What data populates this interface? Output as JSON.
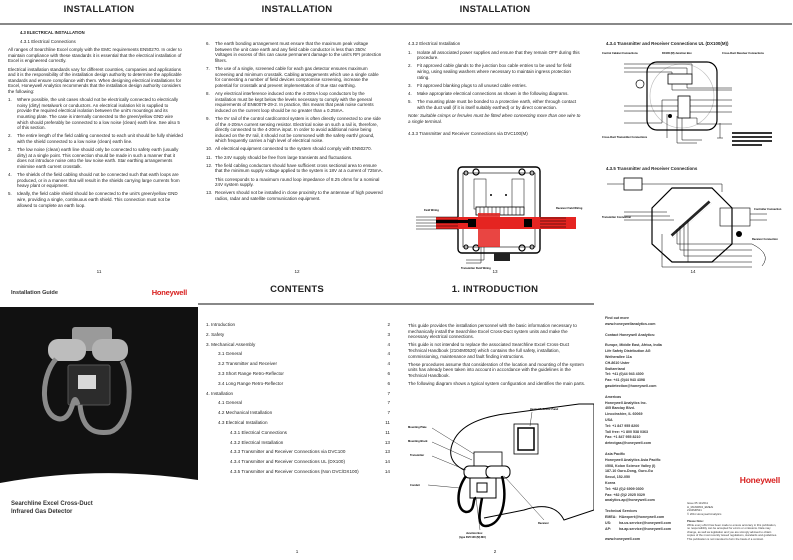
{
  "pages": {
    "p11": {
      "header": "INSTALLATION",
      "section": "4.3     ELECTRICAL INSTALLATION",
      "subsection": "4.3.1 Electrical Connections",
      "paras": [
        "All ranges of Searchline Excel comply with the EMC requirements EN50270. In order to maintain compliance with these standards it is essential that the electrical installation of Excel is engineered correctly.",
        "Electrical installation standards vary for different countries, companies and applications and it is the responsibility of the installation design authority to determine the applicable standards and ensure compliance with them. When designing electrical installations for Excel, Honeywell Analytics recommends that the installation design authority considers the following:"
      ],
      "items": [
        {
          "n": "1.",
          "t": "Where possible, the unit cases should not be electrically connected to electrically noisy (dirty) metalwork or conductors. An electrical isolation kit is supplied to provide the required electrical isolation between the unit's mountings and its mounting plate. The case is internally connected to the green/yellow GND wire which should preferably be connected to a low noise (clean) earth line. See also 5 of this section."
        },
        {
          "n": "2.",
          "t": "The entire length of the field cabling connected to each unit should be fully shielded with the shield connected to a low noise (clean) earth line."
        },
        {
          "n": "3.",
          "t": "The low noise (clean) earth line should only be connected to safety earth (usually dirty) at a single point. This connection should be made in such a manner that it does not introduce noise onto the low noise earth. Star earthing arrangements minimise earth current crosstalk."
        },
        {
          "n": "4.",
          "t": "The shields of the field cabling should not be connected such that earth loops are produced, or in a manner that will result in the shields carrying large currents from heavy plant or equipment."
        },
        {
          "n": "5.",
          "t": "Ideally, the field cable shield should be connected to the unit's green/yellow GND wire, providing a single, continuous earth shield. This connection must not be allowed to complete an earth loop."
        }
      ],
      "page_number": "11"
    },
    "p12": {
      "header": "INSTALLATION",
      "items": [
        {
          "n": "6.",
          "t": "The earth bonding arrangement must ensure that the maximum peak voltage between the unit case earth and any field cable conductor is less than 350V. Voltages in excess of this can cause permanent damage to the unit's RFI protection filters."
        },
        {
          "n": "7.",
          "t": "The use of a single, screened cable for each gas detector ensures maximum screening and minimum crosstalk. Cabling arrangements which use a single cable for connecting a number of field devices compromise screening, increase the potential for crosstalk and prevent implementation of true star earthing."
        },
        {
          "n": "8.",
          "t": "Any electrical interference induced onto the 4-20mA loop conductors by the installation must be kept below the levels necessary to comply with the general requirements of EN60079-29-2. In practice, this means that peak noise currents induced on the current loop should be no greater than ± 0.25mA."
        },
        {
          "n": "9.",
          "t": "The 0V rail of the control card/control system is often directly connected to one side of the 4-20mA current sensing resistor. Electrical noise on such a rail is, therefore, directly connected to the 4-20mA input. In order to avoid additional noise being induced on the 0V rail, it should not be commoned with the safety earth/ ground, which frequently carries a high level of electrical noise."
        },
        {
          "n": "10.",
          "t": "All electrical equipment connected to the system should comply with EN50270."
        },
        {
          "n": "11.",
          "t": "The 24V supply should be free from large transients and fluctuations."
        },
        {
          "n": "12.",
          "t": "The field cabling conductors should have sufficient cross sectional area to ensure that the minimum supply voltage applied to the system is 18V at a current of 725mA."
        },
        {
          "n": "",
          "t": "This corresponds to a maximum round loop impedance of 8.25 ohms for a nominal 24V system supply."
        },
        {
          "n": "13.",
          "t": "Receivers should not be installed in close proximity to the antennae of high powered radios, radar and satellite communication equipment."
        }
      ],
      "page_number": "12"
    },
    "p13": {
      "header": "INSTALLATION",
      "subsection": "4.3.2        Electrical Installation",
      "items": [
        {
          "n": "1.",
          "t": "Isolate all associated power supplies and ensure that they remain OFF during this procedure."
        },
        {
          "n": "2.",
          "t": "Fit approved cable glands to the junction box cable entries to be used for field wiring, using sealing washers where necessary to maintain ingress protection rating."
        },
        {
          "n": "3.",
          "t": "Fit approved blanking plugs to all unused cable entries."
        },
        {
          "n": "4.",
          "t": "Make appropriate electrical connections as shown in the following diagrams."
        },
        {
          "n": "5.",
          "t": "The mounting plate must be bonded to a protective earth, either through contact with the duct wall (if it is itself suitably earthed) or by direct connection."
        }
      ],
      "note": "Note: Suitable crimps or ferrules must be fitted when connecting more than one wire to a single terminal.",
      "diagram_title": "4.3.3        Transmitter and Receiver Connections via DVC100(M)",
      "diagram_labels": {
        "left": "Field Wiring",
        "right": "Receiver Field Wiring",
        "bottom": "Transmitter Field Wiring"
      },
      "page_number": "13"
    },
    "p14": {
      "diagram1_title": "4.3.4        Transmitter and Receiver Connections UL (DX100(M))",
      "diagram1_labels": {
        "control": "Control Cabinet Connections",
        "jbox": "DX100 (M) Junction Box",
        "receiver": "Cross-Duct Receiver Connections",
        "transmitter": "Cross-Duct Transmitter Connections"
      },
      "diagram2_title": "4.3.5        Transmitter and Receiver Connections",
      "diagram2_labels": {
        "transmitter": "Transmitter Connection",
        "controller": "Controller Connection",
        "receiver": "Receiver Connection"
      },
      "page_number": "14"
    },
    "p_cover": {
      "label": "Installation Guide",
      "brand": "Honeywell",
      "title_line1": "Searchline Excel Cross-Duct",
      "title_line2": "Infrared Gas Detector"
    },
    "p1": {
      "header": "CONTENTS",
      "toc": [
        {
          "indent": 0,
          "label": "1.   Introduction",
          "page": "2"
        },
        {
          "indent": 0,
          "label": "2.   Safety",
          "page": "3"
        },
        {
          "indent": 0,
          "label": "3.   Mechanical Assembly",
          "page": "4"
        },
        {
          "indent": 1,
          "label": "3.1  General",
          "page": "4"
        },
        {
          "indent": 1,
          "label": "3.2  Transmitter and Receiver",
          "page": "4"
        },
        {
          "indent": 1,
          "label": "3.3  Short Range Retro-Reflector",
          "page": "6"
        },
        {
          "indent": 1,
          "label": "3.4  Long Range Retro-Reflector",
          "page": "6"
        },
        {
          "indent": 0,
          "label": "4.   Installation",
          "page": "7"
        },
        {
          "indent": 1,
          "label": "4.1  General",
          "page": "7"
        },
        {
          "indent": 1,
          "label": "4.2  Mechanical Installation",
          "page": "7"
        },
        {
          "indent": 1,
          "label": "4.3  Electrical Installation",
          "page": "11"
        },
        {
          "indent": 2,
          "label": "4.3.1  Electrical Connections",
          "page": "11"
        },
        {
          "indent": 2,
          "label": "4.3.2  Electrical Installation",
          "page": "13"
        },
        {
          "indent": 2,
          "label": "4.3.3  Transmitter and Receiver Connections via DVC100",
          "page": "13"
        },
        {
          "indent": 2,
          "label": "4.3.4  Transmitter and Receiver Connections UL (DX100)",
          "page": "14"
        },
        {
          "indent": 2,
          "label": "4.3.5  Transmitter and Receiver Connections (Non DVC/DX100)",
          "page": "14"
        }
      ],
      "page_number": "1"
    },
    "p2": {
      "header": "1. INTRODUCTION",
      "paras": [
        "This guide provides the installation personnel with the basic information necessary to mechanically install the Searchline Excel Cross-Duct system units and make the necessary electrical connections.",
        "This guide is not intended to replace the associated Searchline Excel Cross-Duct Technical Handbook (2104M0520) which contains the full safety, installation, commissioning, maintenance and fault finding instructions.",
        "These procedures assume that consideration of the location and mounting of the system units has already been taken into account in accordance with the guidelines in the Technical Handbook.",
        "The following diagram shows a typical system configuration and identifies the main parts."
      ],
      "diagram_labels": {
        "panel": "Heated Reflector Panel",
        "plate": "Mounting Plate",
        "block": "Mounting Block",
        "tx": "Transmitter",
        "conduit": "Conduit",
        "jbox": "Junction Box",
        "jbox_type": "(type DVC100 (M) MC)",
        "rx": "Receiver"
      },
      "page_number": "2"
    },
    "p_back": {
      "find_out_more": "Find out more",
      "website": "www.honeywellanalytics.com",
      "contact_heading": "Contact Honeywell Analytics:",
      "regions": [
        {
          "lines": [
            "Europe, Middle East, Africa, India",
            "Life Safety Distribution AG",
            "Weiherallee 11a",
            "CH-8610 Uster",
            "Switzerland",
            "Tel: +41 (0)44 943 4300",
            "Fax: +41 (0)44 943 4398",
            "gasdetection@honeywell.com"
          ]
        },
        {
          "lines": [
            "Americas",
            "Honeywell Analytics Inc.",
            "405 Barclay Blvd.",
            "Lincolnshire, IL 60069",
            "USA",
            "Tel: +1 847 955 8200",
            "Toll free: +1 800 538 0363",
            "Fax: +1 847 955 8210",
            "detectgas@honeywell.com"
          ]
        },
        {
          "lines": [
            "Asia Pacific",
            "Honeywell Analytics Asia Pacific",
            "#508, Kolon Science Valley (I)",
            "187-10 Guro-Dong, Guro-Gu",
            "Seoul, 152-050",
            "Korea",
            "Tel: +82 (0)2 6909 0300",
            "Fax: +82 (0)2 2025 0329",
            "analytics.ap@honeywell.com"
          ]
        }
      ],
      "tech_heading": "Technical Services",
      "tech": [
        {
          "k": "EMEA:",
          "v": "HAexpert@honeywell.com"
        },
        {
          "k": "US:",
          "v": "ha.us.service@honeywell.com"
        },
        {
          "k": "AP:",
          "v": "ha.ap.service@honeywell.com"
        }
      ],
      "website2": "www.honeywell.com",
      "issue_lines": [
        "Issue 05 11/2011",
        "H_MAN0834_EMEAI",
        "2104M0521",
        "© 2011 Honeywell Analytics"
      ],
      "note_heading": "Please Note:",
      "note_text": "While every effort has been made to ensure accuracy in this publication, no responsibility can be accepted for errors or omissions. Data may change, as well as legislation and you are strongly advised to obtain copies of the most recently issued regulations, standards and guidelines. This publication is not intended to form the basis of a contract.",
      "brand": "Honeywell"
    }
  },
  "colors": {
    "brand_red": "#d8201f",
    "diagram_red": "#e52421",
    "cover_black": "#111111",
    "rule_gray": "#888888"
  }
}
